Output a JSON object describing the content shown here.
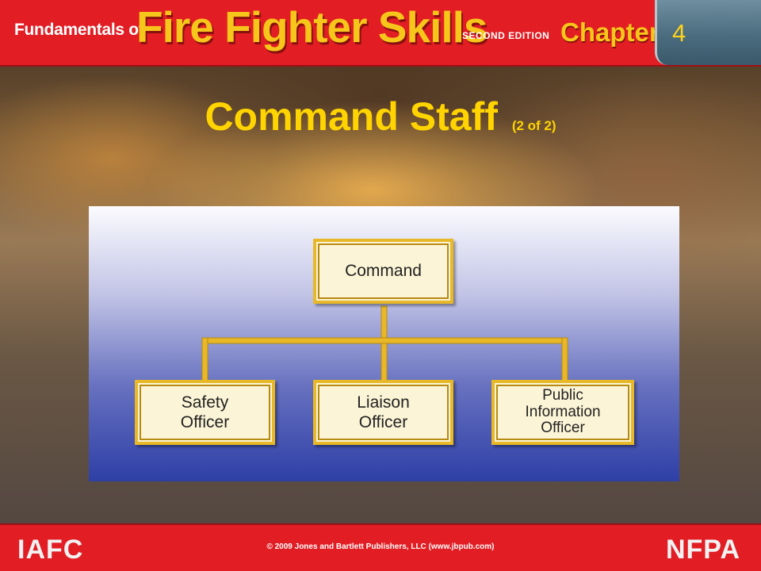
{
  "header": {
    "series_prefix": "Fundamentals of",
    "series_title": "Fire Fighter Skills",
    "edition": "SECOND EDITION",
    "chapter_label": "Chapter",
    "chapter_number": "4"
  },
  "slide": {
    "title": "Command Staff",
    "subtitle": "(2 of 2)"
  },
  "diagram": {
    "root": {
      "lines": [
        "Command"
      ]
    },
    "children": [
      {
        "lines": [
          "Safety",
          "Officer"
        ]
      },
      {
        "lines": [
          "Liaison",
          "Officer"
        ]
      },
      {
        "lines": [
          "Public",
          "Information",
          "Officer"
        ]
      }
    ]
  },
  "footer": {
    "left_logo": "IAFC",
    "copyright": "© 2009 Jones and Bartlett Publishers, LLC (www.jbpub.com)",
    "right_logo": "NFPA"
  },
  "colors": {
    "header_red": "#e21d24",
    "title_yellow": "#ffd400",
    "node_border": "#e8b828",
    "tab_blue": "#4a6c7e"
  }
}
